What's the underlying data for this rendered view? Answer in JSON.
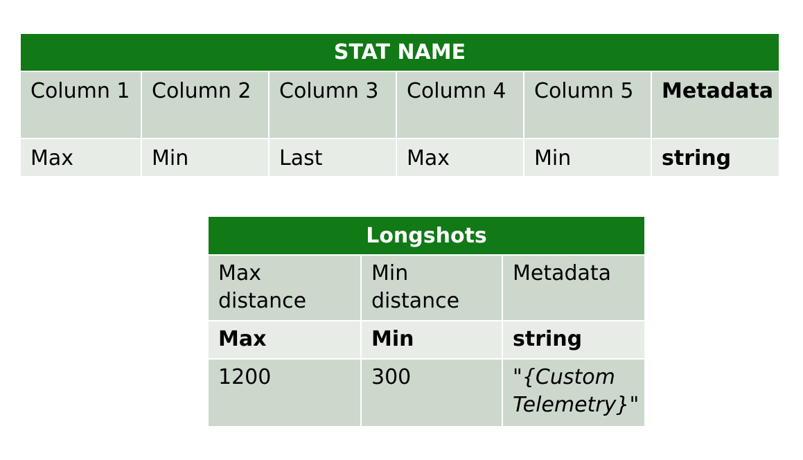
{
  "table1": {
    "title": "STAT NAME",
    "headers": [
      "Column 1",
      "Column 2",
      "Column 3",
      "Column 4",
      "Column 5",
      "Metadata"
    ],
    "values": [
      "Max",
      "Min",
      "Last",
      "Max",
      "Min",
      "string"
    ]
  },
  "table2": {
    "title": "Longshots",
    "headers": [
      "Max distance",
      "Min distance",
      "Metadata"
    ],
    "types": [
      "Max",
      "Min",
      "string"
    ],
    "values": [
      "1200",
      "300",
      "\"{Custom Telemetry}\""
    ]
  },
  "colors": {
    "header_bg": "#117916",
    "cell_dark": "#cdd8cd",
    "cell_light": "#e7ece7"
  }
}
